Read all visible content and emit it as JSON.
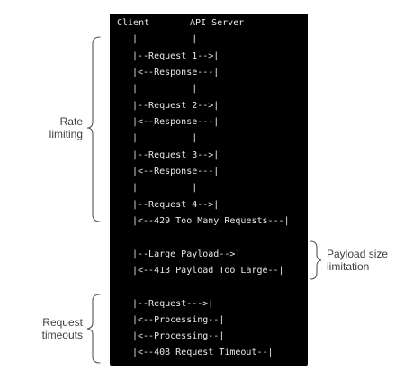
{
  "header": {
    "client_label": "Client",
    "server_label": "API Server"
  },
  "lines": [
    "|          |",
    "|--Request 1-->|",
    "|<--Response---|",
    "|          |",
    "|--Request 2-->|",
    "|<--Response---|",
    "|          |",
    "|--Request 3-->|",
    "|<--Response---|",
    "|          |",
    "|--Request 4-->|",
    "|<--429 Too Many Requests---|",
    "",
    "|--Large Payload-->|",
    "|<--413 Payload Too Large--|",
    "",
    "|--Request--->|",
    "|<--Processing--|",
    "|<--Processing--|",
    "|<--408 Request Timeout--|"
  ],
  "annotations": {
    "rate_limiting": [
      "Rate",
      "limiting"
    ],
    "payload_size": [
      "Payload size",
      "limitation"
    ],
    "request_timeouts": [
      "Request",
      "timeouts"
    ]
  },
  "colors": {
    "terminal_background": "#000000",
    "terminal_text": "#e8e8e8",
    "annotation_text": "#404040",
    "brace_stroke": "#555555"
  }
}
